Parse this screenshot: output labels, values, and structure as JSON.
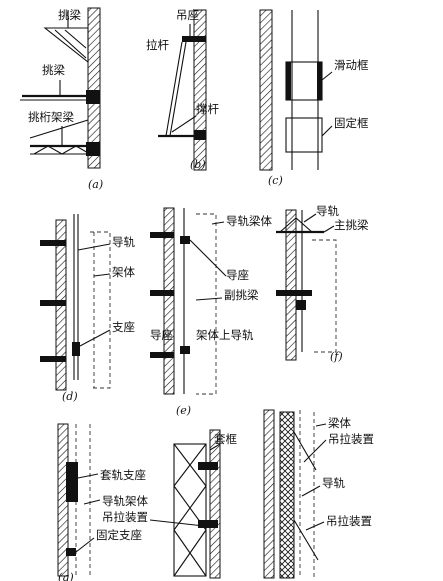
{
  "labels": {
    "a_tiaoliang_1": "挑梁",
    "a_tiaoliang_2": "挑梁",
    "a_tiaohang_jialiang": "挑桁架梁",
    "b_diaozuo": "吊座",
    "b_lagan": "拉杆",
    "b_chenggan": "撑杆",
    "c_huadongkuang": "滑动框",
    "c_gudingkuang": "固定框",
    "d_daogui": "导轨",
    "d_jiati": "架体",
    "d_zhizuo": "支座",
    "e_daogui_liangti": "导轨梁体",
    "e_daozuo_1": "导座",
    "e_fu_tiaoliang": "副挑梁",
    "e_daozuo_2": "导座",
    "e_jiati_shang_daogui": "架体上导轨",
    "f_daogui": "导轨",
    "f_zhu_tiaoliang": "主挑梁",
    "g_taogui_zhizuo": "套轨支座",
    "g_daogui_jiati": "导轨架体",
    "g_diaola_zhuangzhi": "吊拉装置",
    "g_guding_zhizuo": "固定支座",
    "h_taokuang": "套框",
    "i_liangti": "梁体",
    "i_diaola_zhuangzhi_1": "吊拉装置",
    "i_daogui": "导轨",
    "i_diaola_zhuangzhi_2": "吊拉装置"
  },
  "captions": {
    "a": "(a)",
    "b": "(b)",
    "c": "(c)",
    "d": "(d)",
    "e": "(e)",
    "f": "(f)",
    "g": "(g)"
  }
}
